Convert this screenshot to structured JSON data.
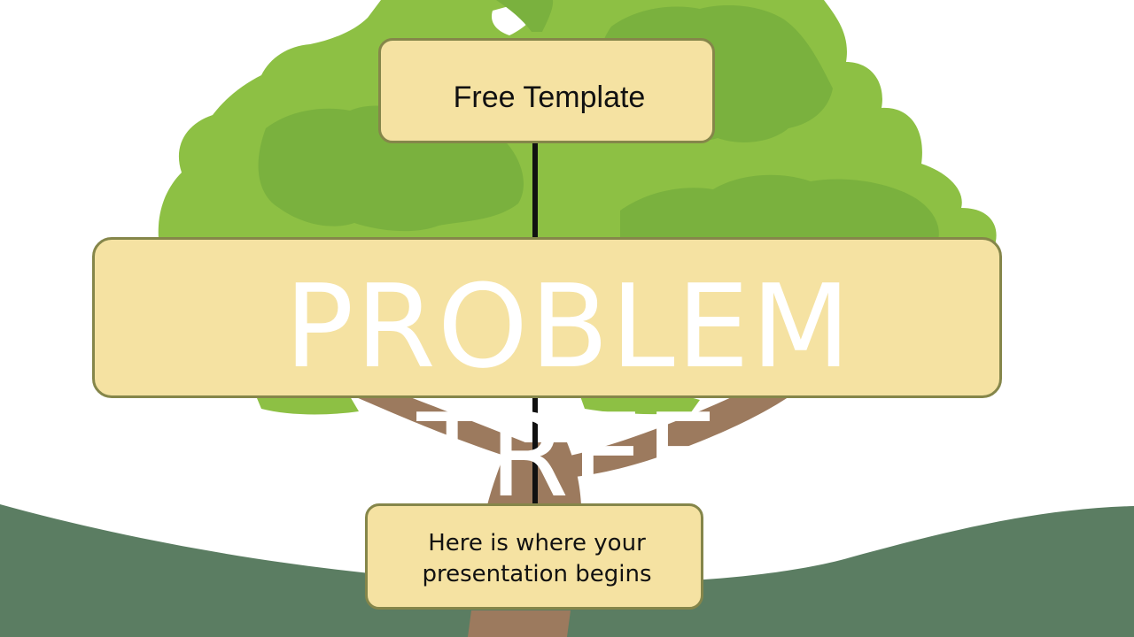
{
  "slide": {
    "top_label": "Free Template",
    "title_line_1": "PROBLEM",
    "title_line_2": "TREE",
    "subtitle": "Here is where your\npresentation begins"
  },
  "colors": {
    "label_fill": "#f5e2a2",
    "label_border": "#85864a",
    "foliage_light": "#8dc044",
    "foliage_dark": "#7ab13e",
    "trunk": "#9c7a5e",
    "hill": "#5b7d62",
    "connector": "#111111",
    "title_text": "#ffffff"
  }
}
